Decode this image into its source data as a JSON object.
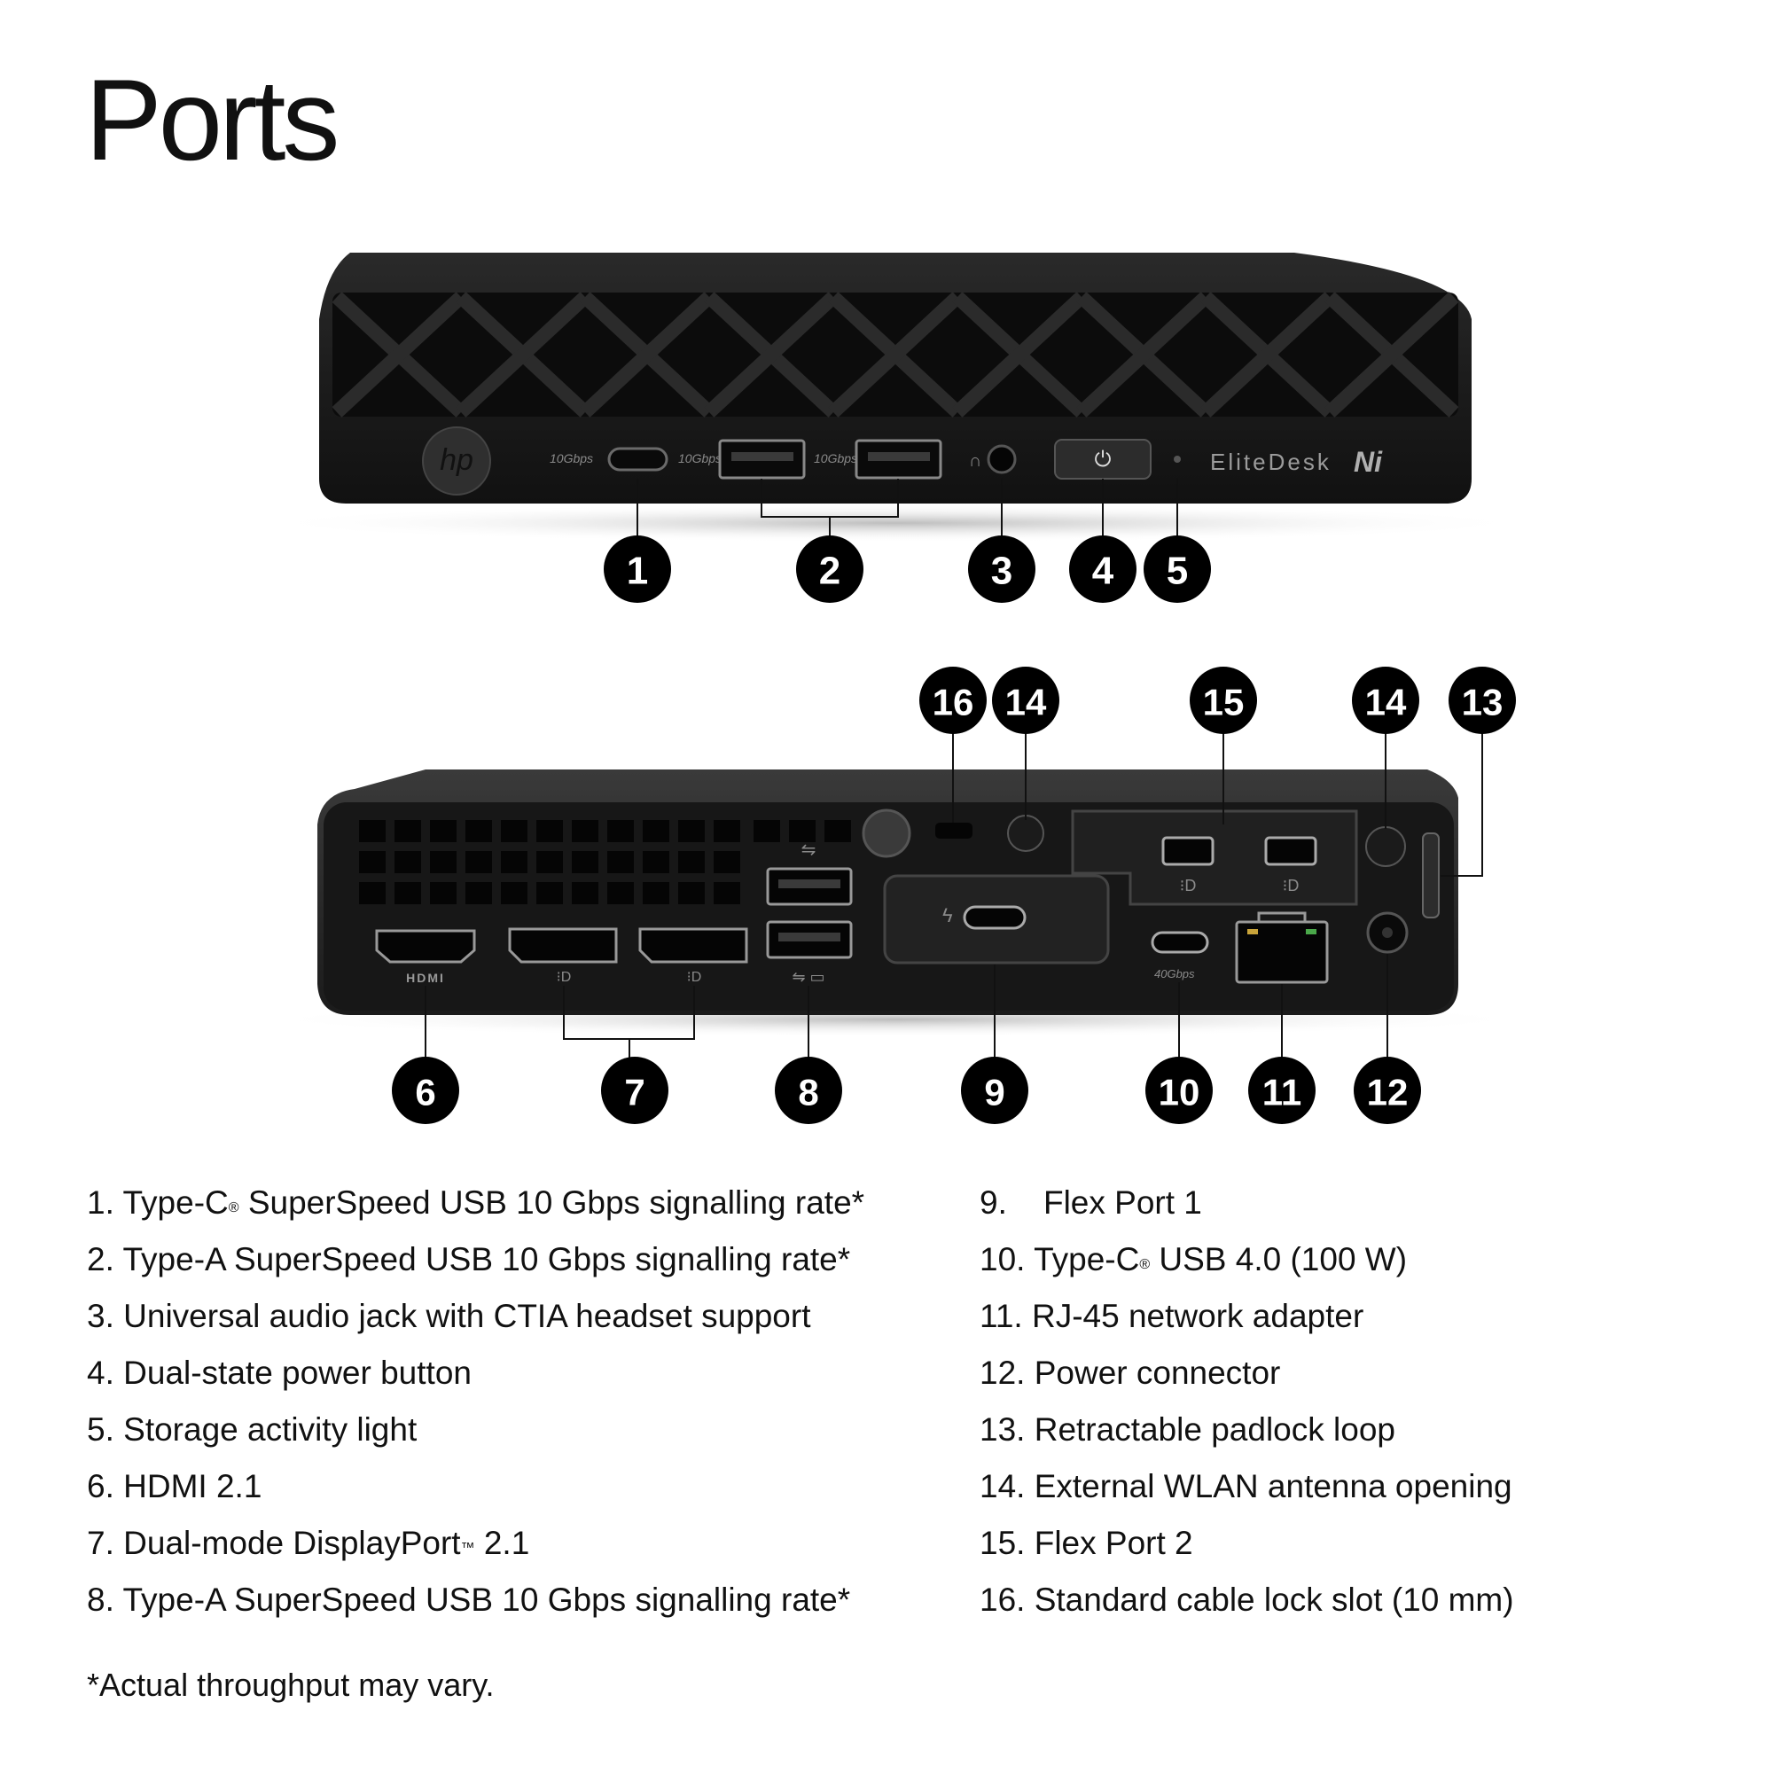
{
  "title": "Ports",
  "front_panel": {
    "brand_logo": "hp",
    "model_name": "EliteDesk",
    "speed_labels": [
      "10Gbps",
      "10Gbps",
      "10Gbps"
    ]
  },
  "rear_panel": {
    "hdmi_label": "HDMI",
    "tbt_speed_label": "40Gbps"
  },
  "callouts_front": [
    "1",
    "2",
    "3",
    "4",
    "5"
  ],
  "callouts_rear_top": [
    "16",
    "14",
    "15",
    "14",
    "13"
  ],
  "callouts_rear_bottom": [
    "6",
    "7",
    "8",
    "9",
    "10",
    "11",
    "12"
  ],
  "legend_left": [
    {
      "num": "1.",
      "text": "Type-C",
      "sup": "®",
      "rest": " SuperSpeed USB 10 Gbps signalling rate*"
    },
    {
      "num": "2.",
      "text": "Type-A SuperSpeed USB 10 Gbps signalling rate*"
    },
    {
      "num": "3.",
      "text": "Universal audio jack with CTIA headset support"
    },
    {
      "num": "4.",
      "text": "Dual-state power button"
    },
    {
      "num": "5.",
      "text": "Storage activity light"
    },
    {
      "num": "6.",
      "text": "HDMI 2.1"
    },
    {
      "num": "7.",
      "text": "Dual-mode DisplayPort",
      "sup": "™",
      "rest": " 2.1"
    },
    {
      "num": "8.",
      "text": "Type-A SuperSpeed USB 10 Gbps signalling rate*"
    }
  ],
  "legend_right": [
    {
      "num": "9.",
      "text": "Flex Port 1"
    },
    {
      "num": "10.",
      "text": "Type-C",
      "sup": "®",
      "rest": " USB 4.0 (100 W)"
    },
    {
      "num": "11.",
      "text": "RJ-45 network adapter"
    },
    {
      "num": "12.",
      "text": "Power connector"
    },
    {
      "num": "13.",
      "text": "Retractable padlock loop"
    },
    {
      "num": "14.",
      "text": "External WLAN antenna opening"
    },
    {
      "num": "15.",
      "text": "Flex Port 2"
    },
    {
      "num": "16.",
      "text": "Standard cable lock slot (10 mm)"
    }
  ],
  "footnote": "*Actual throughput may vary."
}
